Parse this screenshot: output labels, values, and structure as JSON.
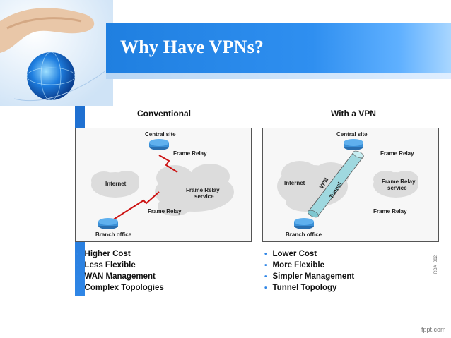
{
  "slide": {
    "title": "Why Have VPNs?",
    "footer": "fppt.com",
    "figure_id": "RDA_002"
  },
  "conventional": {
    "heading": "Conventional",
    "labels": {
      "central_site": "Central site",
      "frame_relay_top": "Frame Relay",
      "internet": "Internet",
      "frame_relay_service_1": "Frame Relay",
      "frame_relay_service_2": "service",
      "frame_relay_bottom": "Frame Relay",
      "branch_office": "Branch office"
    },
    "bullets": [
      "Higher Cost",
      "Less Flexible",
      "WAN Management",
      "Complex Topologies"
    ]
  },
  "vpn": {
    "heading": "With a VPN",
    "labels": {
      "central_site": "Central site",
      "frame_relay_top": "Frame Relay",
      "internet": "Internet",
      "vpn": "VPN",
      "tunnel": "Tunnel",
      "frame_relay_service_1": "Frame Relay",
      "frame_relay_service_2": "service",
      "frame_relay_bottom": "Frame Relay",
      "branch_office": "Branch office"
    },
    "bullets": [
      "Lower Cost",
      "More Flexible",
      "Simpler Management",
      "Tunnel Topology"
    ]
  },
  "colors": {
    "banner": "#2f8ff0",
    "accent": "#2f86e6",
    "cloud": "#dcdcdc",
    "router": "#3a8fd6",
    "wan_link": "#cc1111",
    "tunnel": "#9fd8df"
  }
}
